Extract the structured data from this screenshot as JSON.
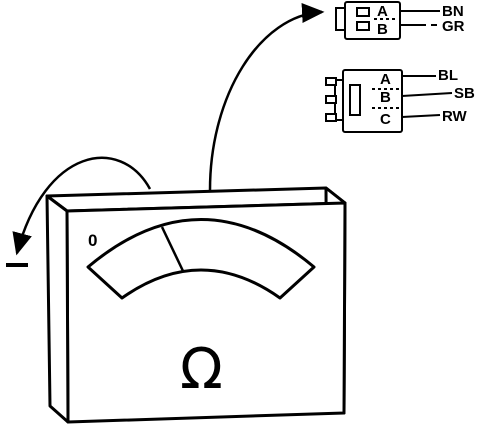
{
  "meter": {
    "scale_zero_label": "0",
    "unit_symbol": "Ω"
  },
  "connector_top": {
    "pins": [
      "A",
      "B"
    ],
    "wires": [
      "BN",
      "GR"
    ]
  },
  "connector_bottom": {
    "pins": [
      "A",
      "B",
      "C"
    ],
    "wires": [
      "BL",
      "SB",
      "RW"
    ]
  },
  "colors": {
    "line": "#000000",
    "background": "#ffffff"
  }
}
